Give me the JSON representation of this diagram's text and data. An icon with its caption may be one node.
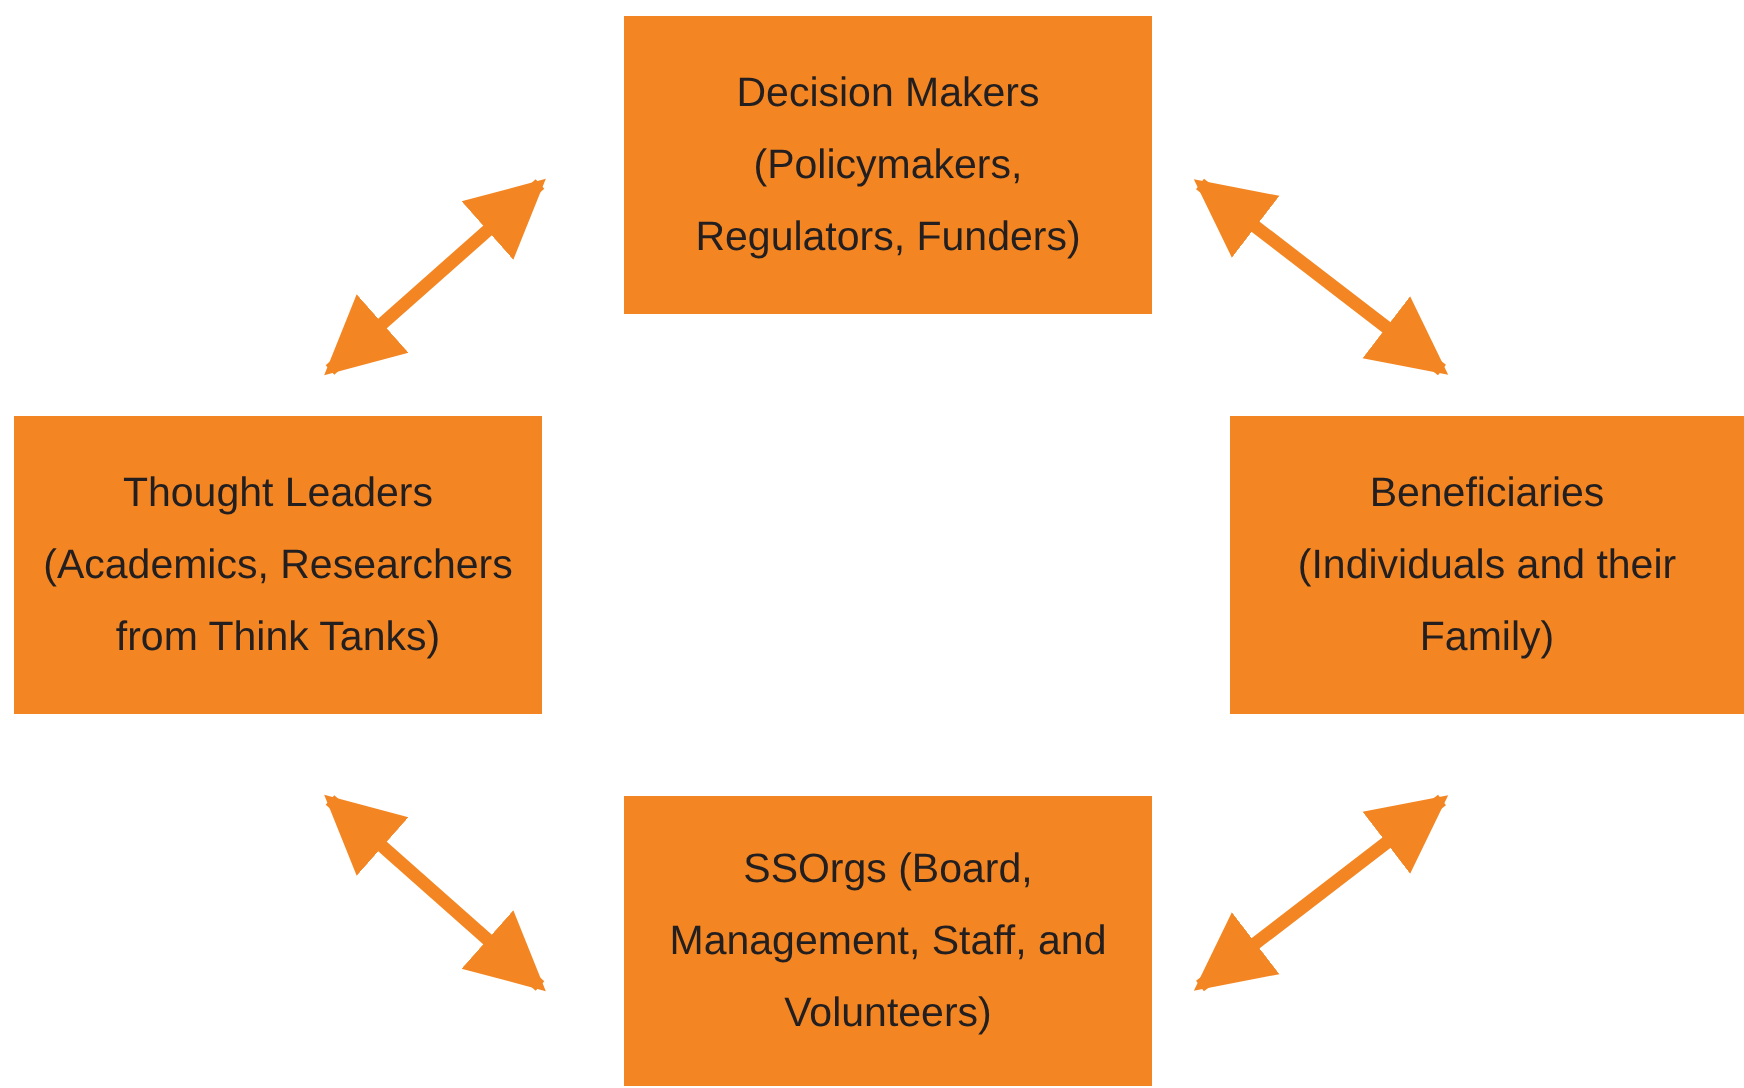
{
  "diagram": {
    "nodes": [
      {
        "text": [
          "Decision Makers",
          "(Policymakers, Regulators, Funders)"
        ]
      },
      {
        "text": [
          "Thought Leaders",
          "(Academics, Researchers from Think Tanks)"
        ]
      },
      {
        "text": [
          "Beneficiaries",
          "(Individuals and their Family)"
        ]
      },
      {
        "text": [
          "SSOrgs (Board, Management, Staff, and Volunteers)"
        ]
      }
    ],
    "edges": [
      {
        "from": 1,
        "to": 0,
        "arrow": "both"
      },
      {
        "from": 0,
        "to": 2,
        "arrow": "both"
      },
      {
        "from": 2,
        "to": 3,
        "arrow": "both"
      },
      {
        "from": 1,
        "to": 3,
        "arrow": "both"
      }
    ]
  }
}
